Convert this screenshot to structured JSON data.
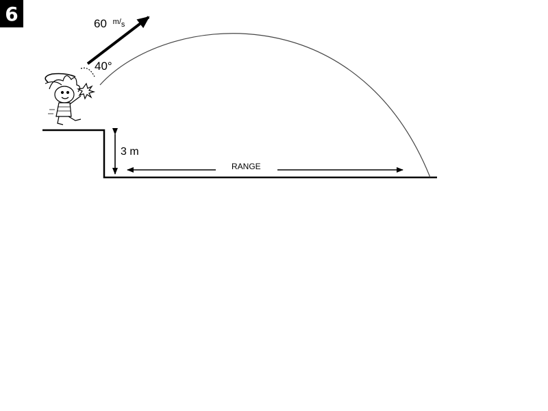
{
  "problem_number": "6",
  "velocity": {
    "value": "60",
    "unit_num": "m",
    "unit_den": "s"
  },
  "angle_label": "40°",
  "height_label": "3 m",
  "range_label": "RANGE"
}
